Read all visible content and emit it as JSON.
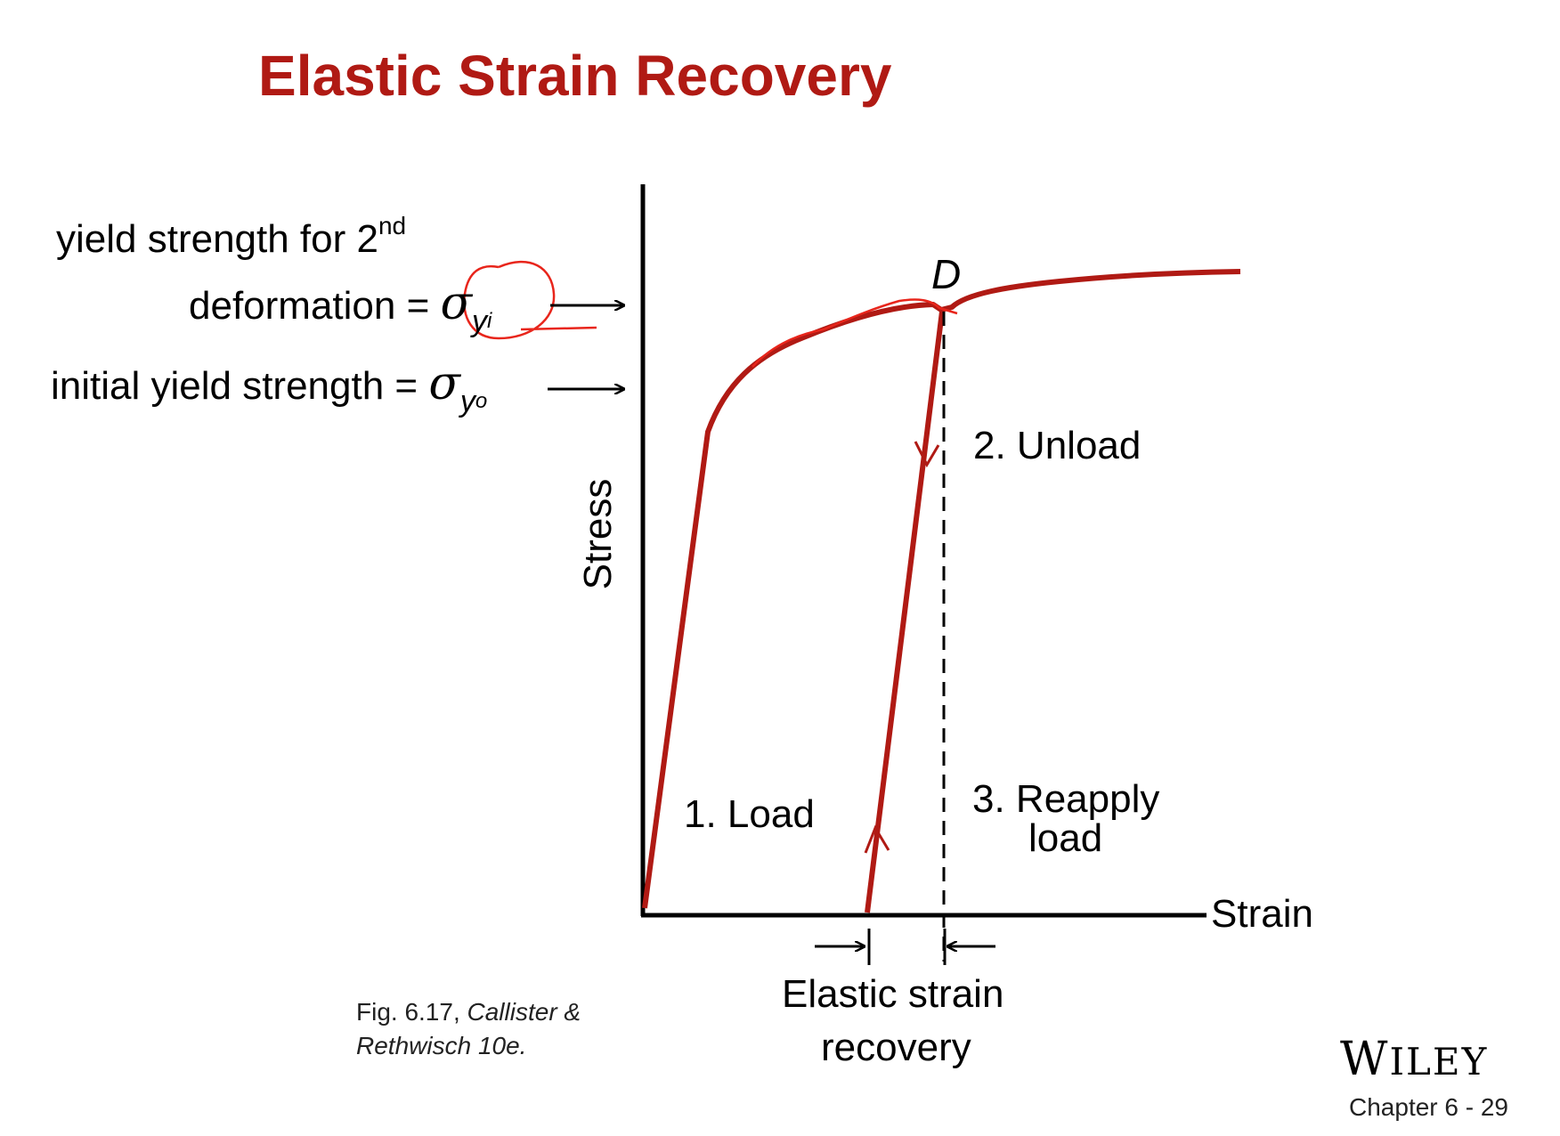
{
  "slide": {
    "title": "Elastic Strain Recovery",
    "labels": {
      "yield_2nd_line1": "yield strength for 2",
      "yield_2nd_sup": "nd",
      "yield_2nd_line2": "deformation =",
      "yield_2nd_symbol": "σ",
      "yield_2nd_sub": "y",
      "yield_2nd_subsub": "i",
      "initial_yield": "initial yield strength =",
      "initial_symbol": "σ",
      "initial_sub": "y",
      "initial_subsub": "o",
      "point_d": "D",
      "unload": "2. Unload",
      "load": "1. Load",
      "reapply_line1": "3. Reapply",
      "reapply_line2": "load",
      "x_axis": "Strain",
      "y_axis": "Stress",
      "recovery_line1": "Elastic strain",
      "recovery_line2": "recovery"
    },
    "caption": {
      "fig": "Fig. 6.17, ",
      "authors1": "Callister &",
      "authors2": "Rethwisch 10e."
    },
    "publisher_first": "W",
    "publisher_rest": "ILEY",
    "footer": "Chapter 6 -  29",
    "colors": {
      "title": "#b01a14",
      "curve": "#b01a14",
      "annotation": "#e8251b",
      "axis": "#000000"
    }
  }
}
